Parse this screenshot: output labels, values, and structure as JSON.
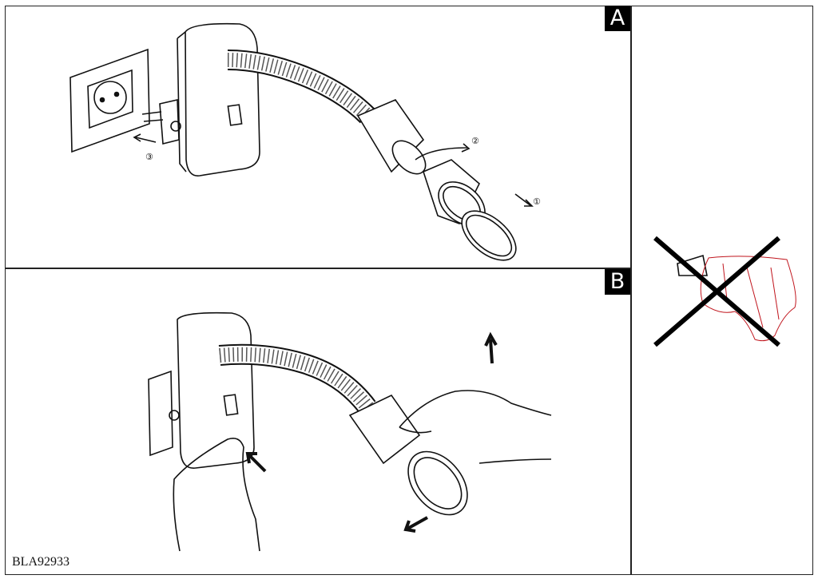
{
  "panels": {
    "a": {
      "label": "A",
      "steps": [
        "①",
        "②",
        "③"
      ]
    },
    "b": {
      "label": "B"
    }
  },
  "footer": {
    "model_code": "BLA92933"
  },
  "warning": {
    "icon": "no-wet-cloth-icon",
    "cross_color": "#000000",
    "cloth_color": "#c0141c"
  }
}
